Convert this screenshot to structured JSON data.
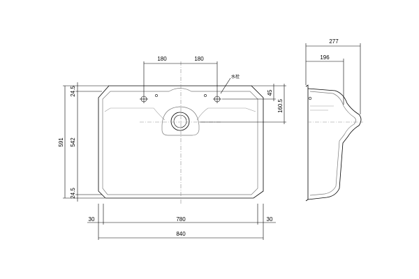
{
  "dimensions": {
    "tap_left_spacing": "180",
    "tap_right_spacing": "180",
    "top_rim_height": "24.5",
    "inner_height": "542",
    "bottom_rim_height": "24.5",
    "overall_height": "591",
    "tap_offset": "45",
    "drain_offset": "160.5",
    "rim_left": "30",
    "inner_width": "780",
    "rim_right": "30",
    "overall_width": "840",
    "side_overall_depth": "277",
    "side_bowl_depth": "196"
  },
  "labels": {
    "faucet_note": "水栓"
  }
}
